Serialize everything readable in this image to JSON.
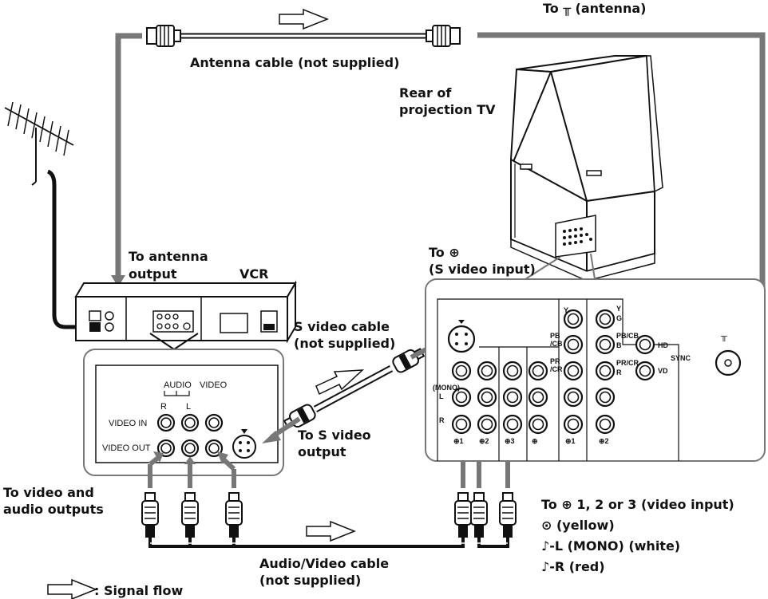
{
  "labels": {
    "to_antenna_top": "To ╥ (antenna)",
    "antenna_cable": "Antenna cable (not supplied)",
    "rear_tv_1": "Rear of",
    "rear_tv_2": "projection TV",
    "to_antenna_output_1": "To antenna",
    "to_antenna_output_2": "output",
    "vcr": "VCR",
    "to_s_video_input_1": "To ⊕",
    "to_s_video_input_2": "(S video input)",
    "s_video_cable_1": "S video cable",
    "s_video_cable_2": "(not supplied)",
    "to_s_video_output_1": "To S video",
    "to_s_video_output_2": "output",
    "to_video_audio_1": "To video and",
    "to_video_audio_2": "audio outputs",
    "av_cable_1": "Audio/Video cable",
    "av_cable_2": "(not supplied)",
    "signal_flow": ": Signal flow",
    "to_video_input": "To ⊕ 1, 2 or 3 (video input)",
    "yellow": "⊙ (yellow)",
    "white": "♪-L (MONO) (white)",
    "red": "♪-R (red)"
  },
  "vcr_panel": {
    "audio": "AUDIO",
    "video": "VIDEO",
    "r": "R",
    "l": "L",
    "video_in": "VIDEO IN",
    "video_out": "VIDEO OUT"
  },
  "tv_panel": {
    "y1": "Y",
    "pb_cb": "PB",
    "cb": "/CB",
    "pr_cr": "PR",
    "cr": "/CR",
    "y2": "Y",
    "g": "G",
    "pb_cb2": "PB/CB",
    "b": "B",
    "pr_cr2": "PR/CR",
    "r": "R",
    "hd": "HD",
    "vd": "VD",
    "sync": "SYNC",
    "mono": "(MONO)",
    "l": "L",
    "r_audio": "R",
    "in1": "⊕1",
    "in2": "⊕2",
    "in3": "⊕3",
    "out": "⊕",
    "comp1": "⊕1",
    "comp2": "⊕2",
    "antenna": "╥"
  }
}
